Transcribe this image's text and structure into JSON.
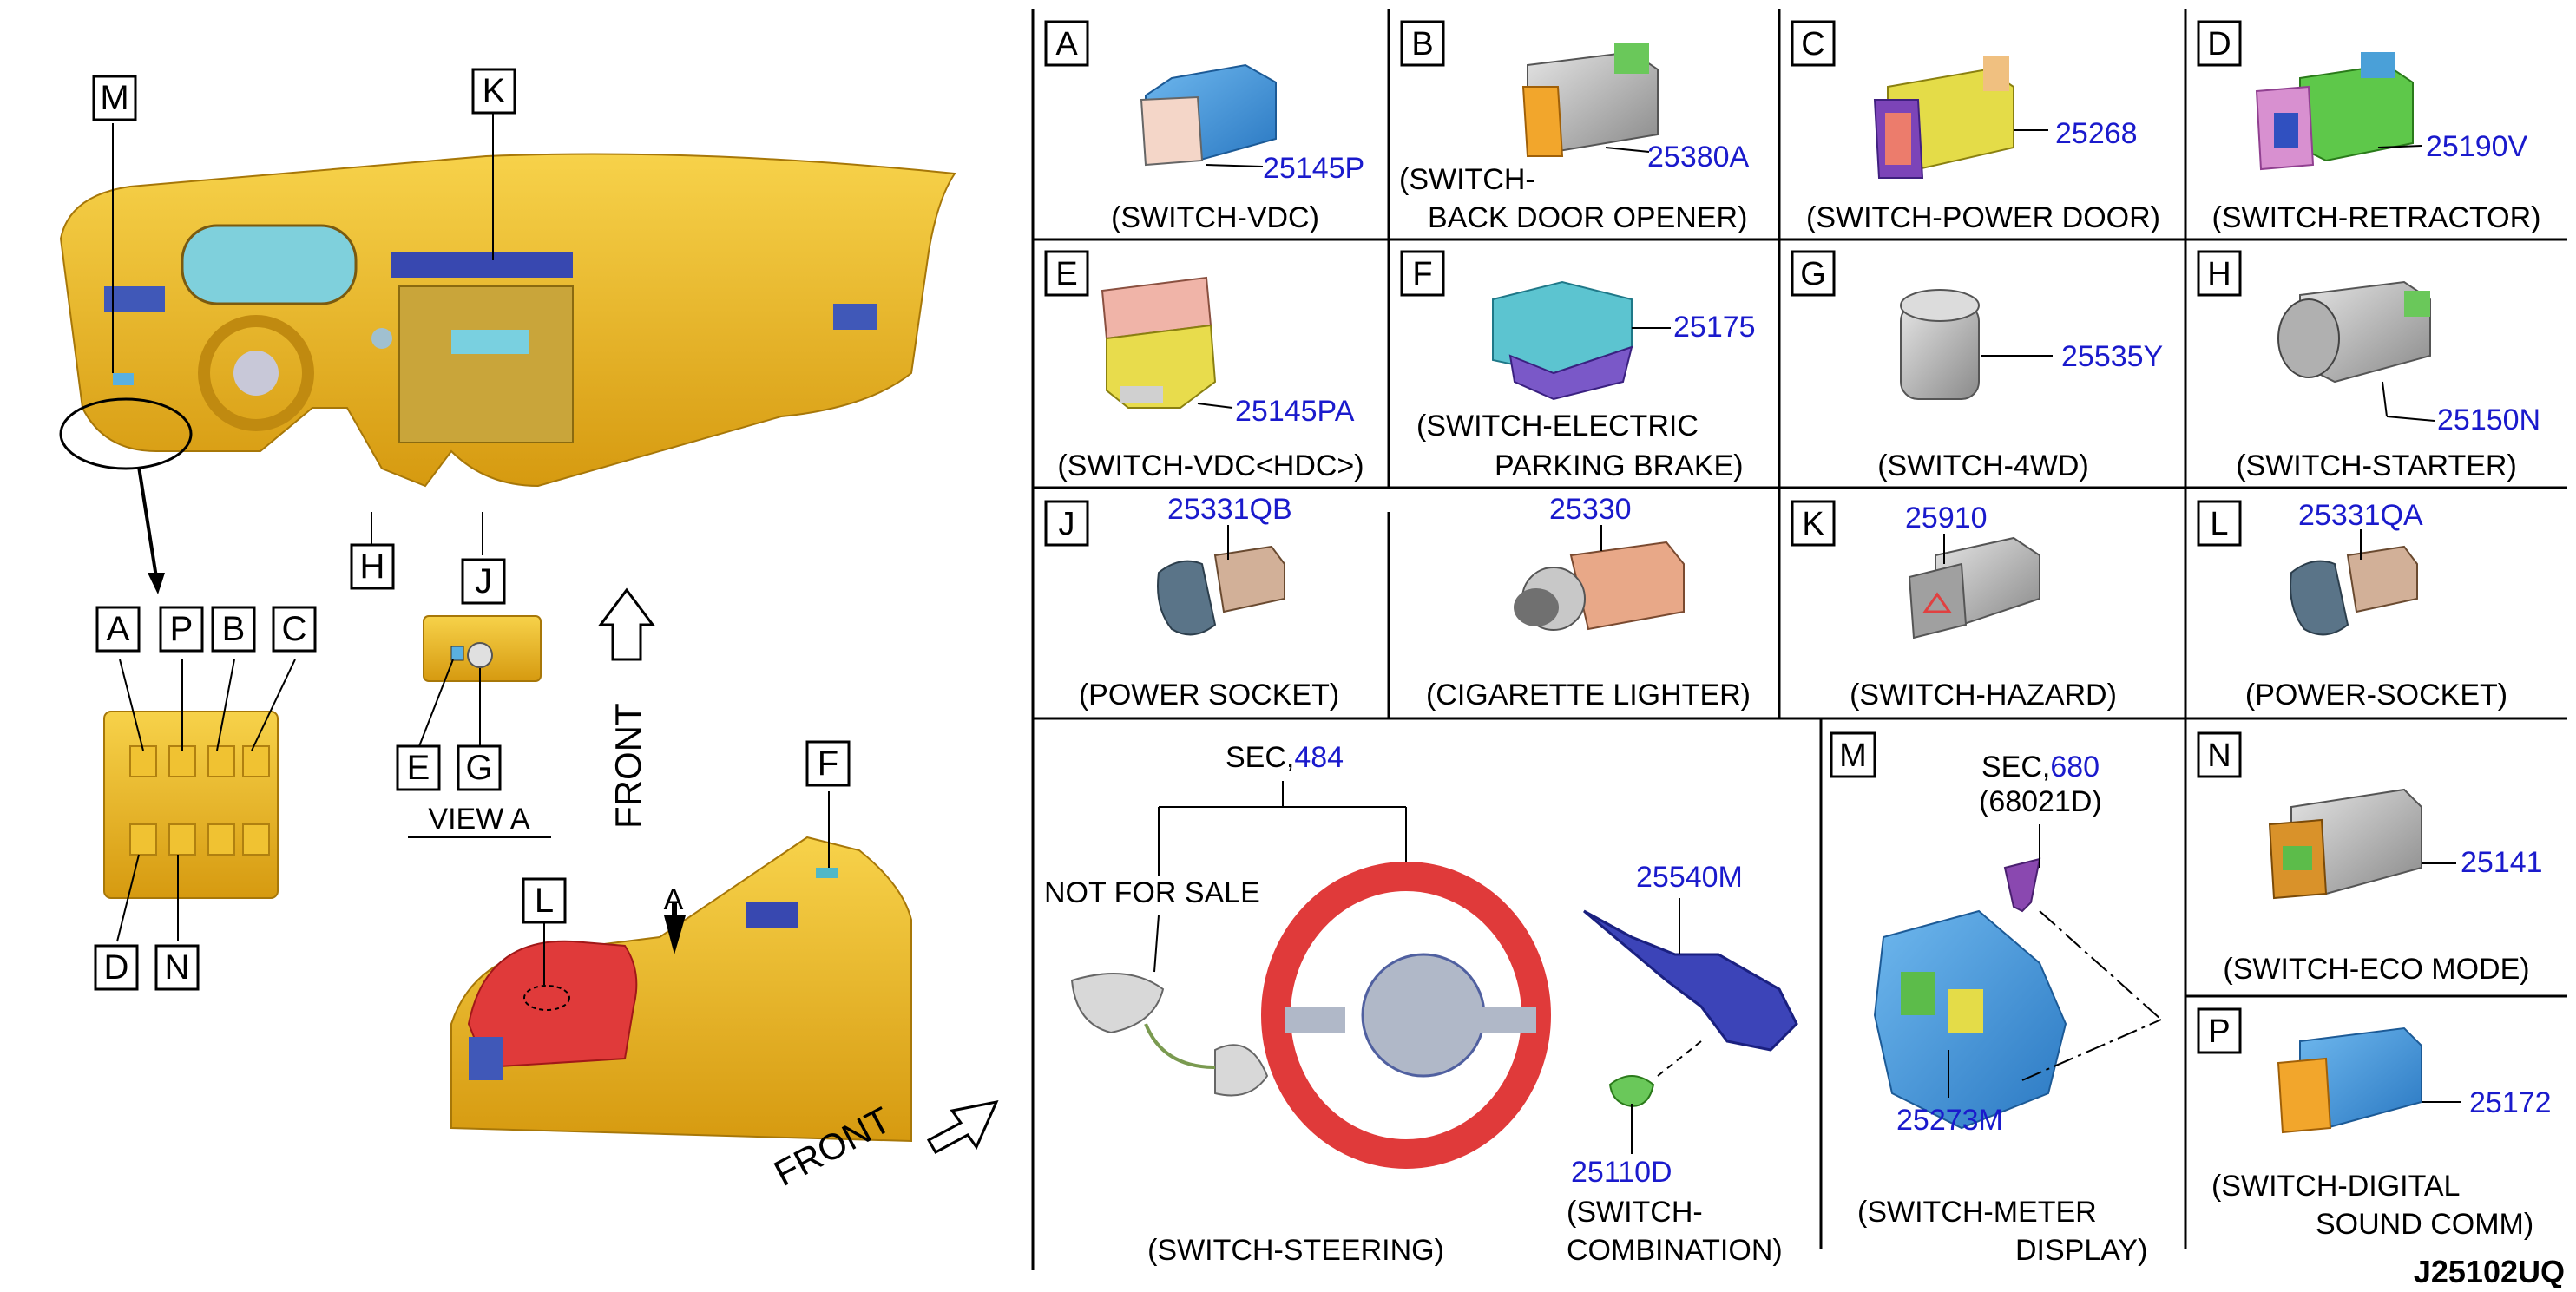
{
  "document_id": "J25102UQ",
  "overview": {
    "callouts": [
      "M",
      "K",
      "H",
      "J",
      "A",
      "P",
      "B",
      "C",
      "D",
      "N",
      "E",
      "G",
      "F",
      "L"
    ],
    "arrow_label": "A",
    "view_label": "VIEW A",
    "front_label": "FRONT"
  },
  "cells": {
    "A": {
      "letter": "A",
      "part": "25145P",
      "caption": [
        "(SWITCH-VDC)"
      ]
    },
    "B": {
      "letter": "B",
      "part": "25380A",
      "caption": [
        "(SWITCH-",
        "BACK DOOR OPENER)"
      ]
    },
    "C": {
      "letter": "C",
      "part": "25268",
      "caption": [
        "(SWITCH-POWER DOOR)"
      ]
    },
    "D": {
      "letter": "D",
      "part": "25190V",
      "caption": [
        "(SWITCH-RETRACTOR)"
      ]
    },
    "E": {
      "letter": "E",
      "part": "25145PA",
      "caption": [
        "(SWITCH-VDC<HDC>)"
      ]
    },
    "F": {
      "letter": "F",
      "part": "25175",
      "caption": [
        "(SWITCH-ELECTRIC",
        "PARKING BRAKE)"
      ]
    },
    "G": {
      "letter": "G",
      "part": "25535Y",
      "caption": [
        "(SWITCH-4WD)"
      ]
    },
    "H": {
      "letter": "H",
      "part": "25150N",
      "caption": [
        "(SWITCH-STARTER)"
      ]
    },
    "J": {
      "letter": "J",
      "part": "25331QB",
      "caption": [
        "(POWER SOCKET)"
      ]
    },
    "cig": {
      "part": "25330",
      "caption": [
        "(CIGARETTE LIGHTER)"
      ]
    },
    "K": {
      "letter": "K",
      "part": "25910",
      "caption": [
        "(SWITCH-HAZARD)"
      ]
    },
    "L": {
      "letter": "L",
      "part": "25331QA",
      "caption": [
        "(POWER-SOCKET)"
      ]
    },
    "N": {
      "letter": "N",
      "part": "25141",
      "caption": [
        "(SWITCH-ECO MODE)"
      ]
    },
    "P": {
      "letter": "P",
      "part": "25172",
      "caption": [
        "(SWITCH-DIGITAL",
        "SOUND COMM)"
      ]
    }
  },
  "steering": {
    "sec_prefix": "SEC,",
    "sec_num": "484",
    "not_for_sale": "NOT FOR SALE",
    "caption": "(SWITCH-STEERING)",
    "combo_part": "25540M",
    "combo_screw": "25110D",
    "combo_caption": [
      "(SWITCH-",
      "COMBINATION)"
    ]
  },
  "meter": {
    "letter": "M",
    "sec_prefix": "SEC,",
    "sec_num": "680",
    "sec_sub": "(68021D)",
    "part": "25273M",
    "caption": [
      "(SWITCH-METER",
      "DISPLAY)"
    ]
  },
  "colors": {
    "part_number": "#1a1acc",
    "line": "#000000",
    "dash_gold": "#e8b820",
    "blue_switch": "#3a8fd6"
  }
}
